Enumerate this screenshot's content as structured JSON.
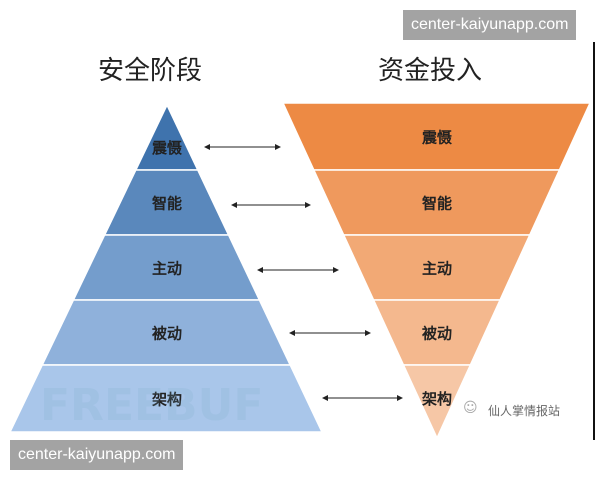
{
  "left_title": "安全阶段",
  "right_title": "资金投入",
  "levels": [
    "震慑",
    "智能",
    "主动",
    "被动",
    "架构"
  ],
  "watermark_url": "center-kaiyunapp.com",
  "faint_watermark": "FREEBUF",
  "source_mark": "仙人掌情报站",
  "colors": {
    "pyramid_top": "#3f73ad",
    "pyramid_bottom": "#a9c6ea",
    "funnel_top": "#ed8a44",
    "funnel_bottom": "#f6c7a6"
  }
}
